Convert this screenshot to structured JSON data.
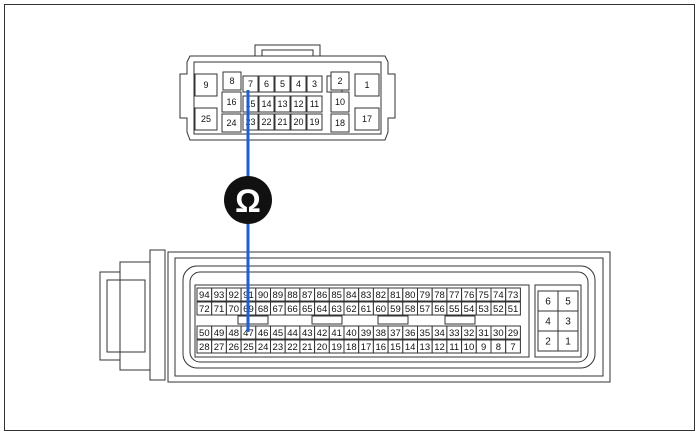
{
  "top_connector": {
    "row1": [
      "9",
      "8",
      "7",
      "6",
      "5",
      "4",
      "3",
      "2",
      "1"
    ],
    "row2": [
      "16",
      "15",
      "14",
      "13",
      "12",
      "11",
      "10"
    ],
    "row3": [
      "25",
      "24",
      "23",
      "22",
      "21",
      "20",
      "19",
      "18",
      "17"
    ]
  },
  "meter": {
    "symbol": "Ω",
    "probe_color": "#1f5fcf"
  },
  "bottom_connector": {
    "row1": [
      "94",
      "93",
      "92",
      "91",
      "90",
      "89",
      "88",
      "87",
      "86",
      "85",
      "84",
      "83",
      "82",
      "81",
      "80",
      "79",
      "78",
      "77",
      "76",
      "75",
      "74",
      "73"
    ],
    "row2": [
      "72",
      "71",
      "70",
      "69",
      "68",
      "67",
      "66",
      "65",
      "64",
      "63",
      "62",
      "61",
      "60",
      "59",
      "58",
      "57",
      "56",
      "55",
      "54",
      "53",
      "52",
      "51"
    ],
    "row3": [
      "50",
      "49",
      "48",
      "47",
      "46",
      "45",
      "44",
      "43",
      "42",
      "41",
      "40",
      "39",
      "38",
      "37",
      "36",
      "35",
      "34",
      "33",
      "32",
      "31",
      "30",
      "29"
    ],
    "row4": [
      "28",
      "27",
      "26",
      "25",
      "24",
      "23",
      "22",
      "21",
      "20",
      "19",
      "18",
      "17",
      "16",
      "15",
      "14",
      "13",
      "12",
      "11",
      "10",
      "9",
      "8",
      "7"
    ],
    "side_block": [
      [
        "6",
        "5"
      ],
      [
        "4",
        "3"
      ],
      [
        "2",
        "1"
      ]
    ]
  }
}
